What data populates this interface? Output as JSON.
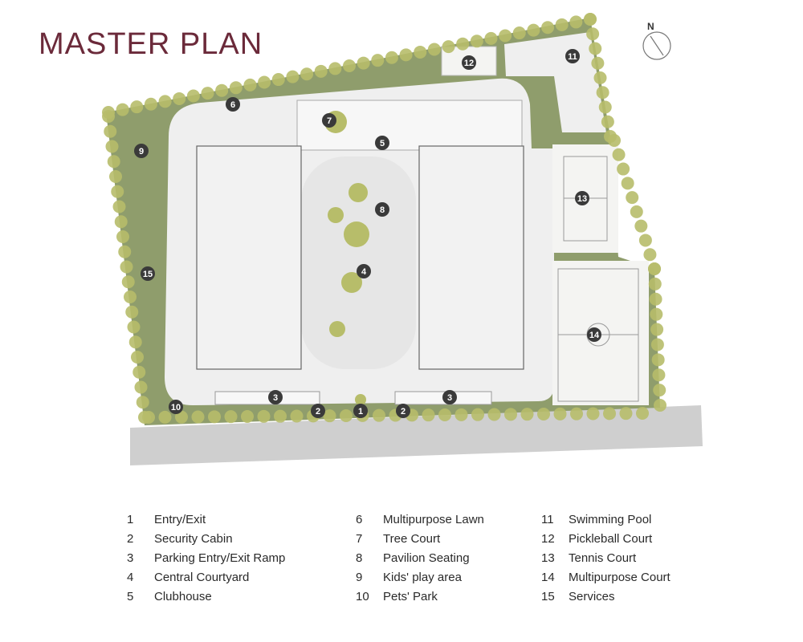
{
  "title": "MASTER PLAN",
  "north_label": "N",
  "markers": [
    "1",
    "2",
    "2",
    "3",
    "3",
    "4",
    "5",
    "6",
    "7",
    "8",
    "9",
    "10",
    "11",
    "12",
    "13",
    "14",
    "15"
  ],
  "legend": [
    {
      "num": "1",
      "label": "Entry/Exit"
    },
    {
      "num": "2",
      "label": "Security Cabin"
    },
    {
      "num": "3",
      "label": "Parking Entry/Exit Ramp"
    },
    {
      "num": "4",
      "label": "Central Courtyard"
    },
    {
      "num": "5",
      "label": "Clubhouse"
    },
    {
      "num": "6",
      "label": "Multipurpose Lawn"
    },
    {
      "num": "7",
      "label": "Tree Court"
    },
    {
      "num": "8",
      "label": "Pavilion Seating"
    },
    {
      "num": "9",
      "label": "Kids' play area"
    },
    {
      "num": "10",
      "label": "Pets' Park"
    },
    {
      "num": "11",
      "label": "Swimming Pool"
    },
    {
      "num": "12",
      "label": "Pickleball Court"
    },
    {
      "num": "13",
      "label": "Tennis Court"
    },
    {
      "num": "14",
      "label": "Multipurpose Court"
    },
    {
      "num": "15",
      "label": "Services"
    }
  ],
  "colors": {
    "title": "#6b2a3a",
    "lawn": "#8a9a6a",
    "tree": "#b7bd6a",
    "road": "#cfcfcf",
    "paving": "#efefef",
    "marker": "#3a3a3a"
  }
}
